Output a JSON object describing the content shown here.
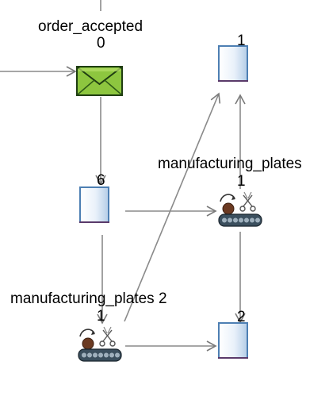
{
  "nodes": {
    "order_accepted": {
      "label": "order_accepted",
      "count": "0",
      "icon": "envelope-icon"
    },
    "place_top_right": {
      "count": "1"
    },
    "place_middle": {
      "count": "6"
    },
    "place_bottom_right": {
      "count": "2"
    },
    "manufacturing_plates": {
      "label": "manufacturing_plates",
      "count": "1",
      "icon": "conveyor-machine-icon"
    },
    "manufacturing_plates_2": {
      "label": "manufacturing_plates 2",
      "count": "1",
      "icon": "conveyor-machine-icon"
    }
  },
  "colors": {
    "arc": "#8a8a8a",
    "envelope": "#8dc63f",
    "place_border": "#4d7fb3"
  }
}
